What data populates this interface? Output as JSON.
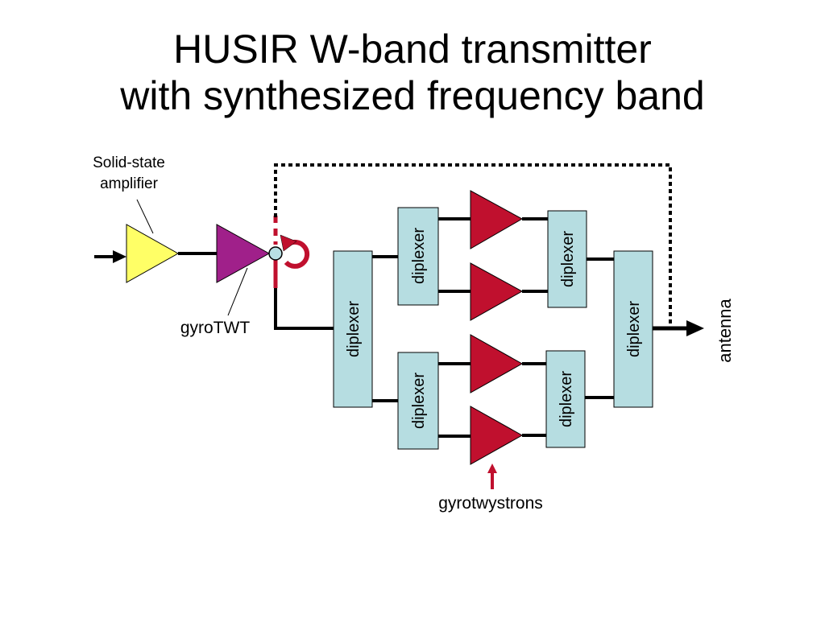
{
  "title": {
    "line1": "HUSIR W-band transmitter",
    "line2": "with synthesized frequency band"
  },
  "labels": {
    "ssa_line1": "Solid-state",
    "ssa_line2": "amplifier",
    "gyrotwt": "gyroTWT",
    "gyrotwystrons": "gyrotwystrons",
    "antenna": "antenna",
    "diplexer": "diplexer"
  },
  "colors": {
    "ssa": "#ffff66",
    "gyrotwt": "#a0208a",
    "gyrotwystron": "#c0102e",
    "diplexer_fill": "#b6dde1",
    "line": "#000000",
    "accent": "#c0102e",
    "circulator": "#b8dfe3"
  }
}
